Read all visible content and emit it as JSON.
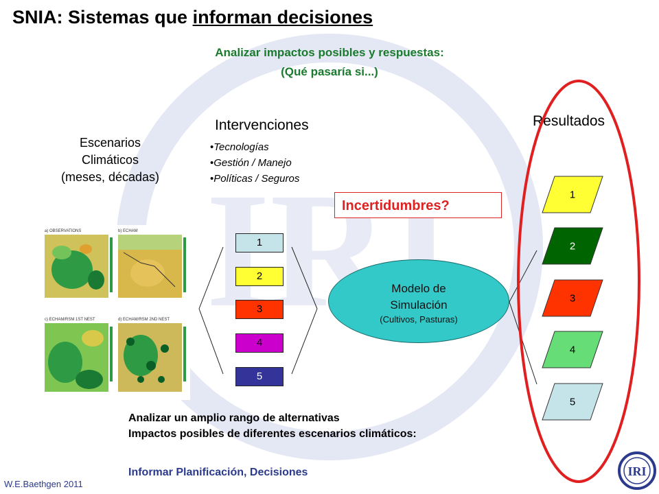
{
  "header": {
    "title_prefix": "SNIA: Sistemas que ",
    "title_underlined": "informan decisiones",
    "subtitle_line1": "Analizar impactos posibles y respuestas:",
    "subtitle_line2": "(Qué pasaría si...)"
  },
  "scenarios": {
    "line1": "Escenarios",
    "line2": "Climáticos",
    "line3": "(meses, décadas)",
    "map_titles": [
      "a) OBSERVATIONS",
      "b) ECHAM",
      "c) ECHAM/RSM 1ST NEST",
      "d) ECHAM/RSM 2ND NEST"
    ]
  },
  "interventions": {
    "title": "Intervenciones",
    "bullets": [
      "Tecnologías",
      "Gestión / Manejo",
      "Políticas / Seguros"
    ],
    "boxes": [
      {
        "label": "1",
        "color": "#c5e4ea"
      },
      {
        "label": "2",
        "color": "#ffff33"
      },
      {
        "label": "3",
        "color": "#ff3300"
      },
      {
        "label": "4",
        "color": "#cc00cc"
      },
      {
        "label": "5",
        "color": "#333399"
      }
    ]
  },
  "uncertainty": "Incertidumbres?",
  "model": {
    "line1": "Modelo de",
    "line2": "Simulación",
    "line3": "(Cultivos, Pasturas)"
  },
  "results": {
    "title": "Resultados",
    "outline_color": "#e02020",
    "items": [
      {
        "label": "1",
        "color": "#ffff33",
        "text_color": "#000000"
      },
      {
        "label": "2",
        "color": "#006400",
        "text_color": "#ffffff"
      },
      {
        "label": "3",
        "color": "#ff3300",
        "text_color": "#000000"
      },
      {
        "label": "4",
        "color": "#66dd77",
        "text_color": "#000000"
      },
      {
        "label": "5",
        "color": "#c5e4ea",
        "text_color": "#000000"
      }
    ]
  },
  "footer": {
    "line1": "Analizar un amplio rango de alternativas",
    "line2": "Impactos posibles de diferentes escenarios climáticos:",
    "line3": "Informar Planificación, Decisiones",
    "credit": "W.E.Baethgen 2011",
    "logo_text": "IRI"
  }
}
